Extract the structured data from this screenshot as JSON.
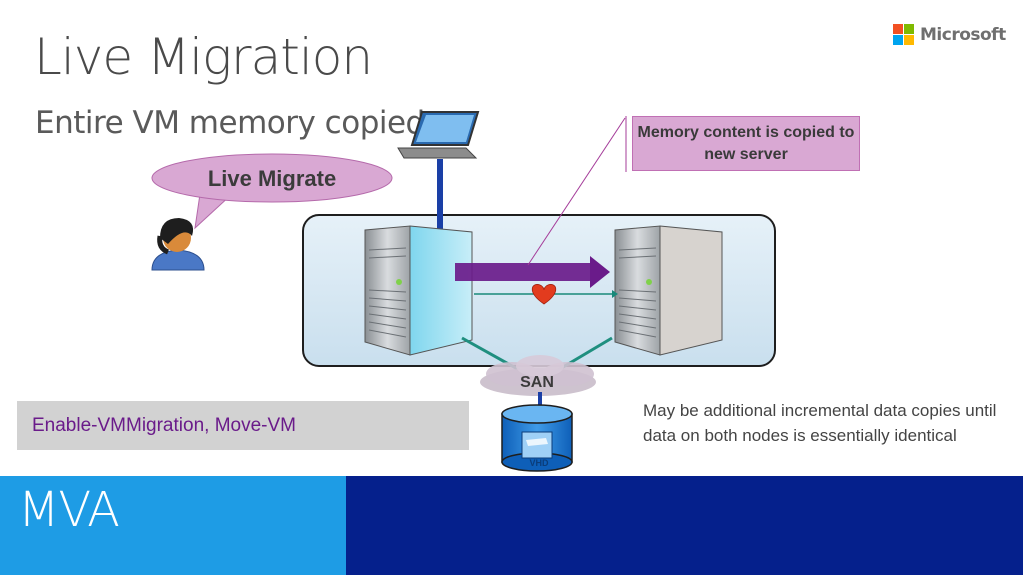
{
  "slide": {
    "title": "Live Migration",
    "subtitle": "Entire VM memory copied",
    "brand": "Microsoft",
    "bubble_label": "Live Migrate",
    "callout": "Memory content is copied to new server",
    "san_label": "SAN",
    "vhd_label": "VHD",
    "command_text": "Enable-VMMigration, Move-VM",
    "note": "May be additional incremental data copies until data on both nodes is essentially identical",
    "footer_label": "MVA"
  },
  "icons": [
    "microsoft-logo-icon",
    "laptop-icon",
    "admin-user-icon",
    "server-source-icon",
    "server-destination-icon",
    "heartbeat-icon",
    "san-cloud-icon",
    "vhd-disk-icon"
  ],
  "colors": {
    "footer_left": "#1e9ce5",
    "footer_right": "#05208c",
    "callout_fill": "#d9a8d3",
    "migrate_arrow": "#6a1b8a",
    "command_text": "#6a1b8a",
    "ms_red": "#f25022",
    "ms_green": "#7fba00",
    "ms_blue": "#00a4ef",
    "ms_yellow": "#ffb900"
  }
}
